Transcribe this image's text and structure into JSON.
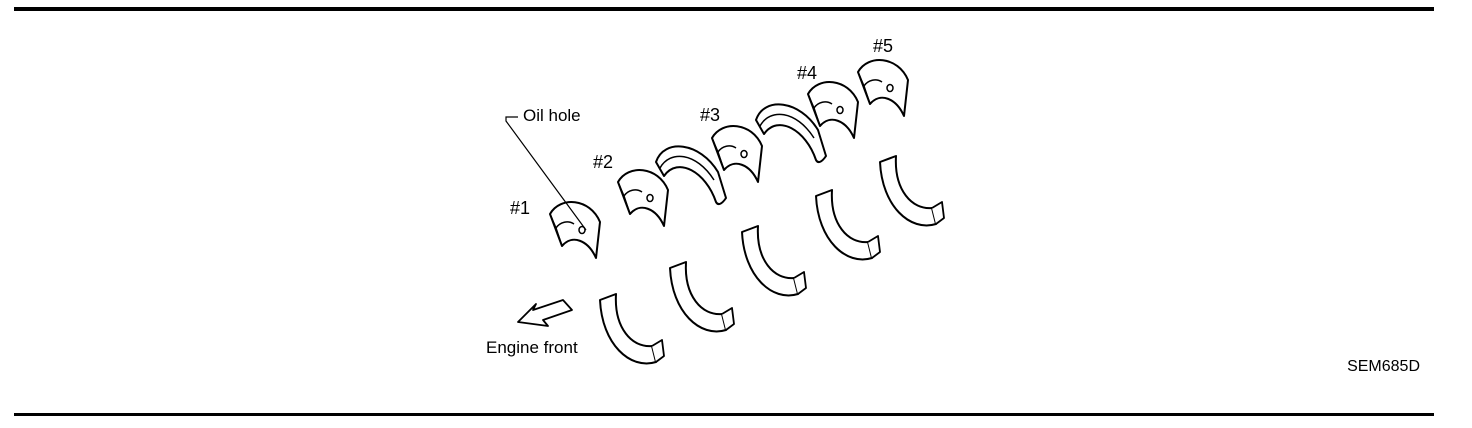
{
  "labels": {
    "oil_hole": "Oil hole",
    "engine_front": "Engine front",
    "figure_code": "SEM685D"
  },
  "bearings": [
    {
      "label": "#1"
    },
    {
      "label": "#2"
    },
    {
      "label": "#3"
    },
    {
      "label": "#4"
    },
    {
      "label": "#5"
    }
  ],
  "icons": {
    "direction": "arrow-icon"
  }
}
